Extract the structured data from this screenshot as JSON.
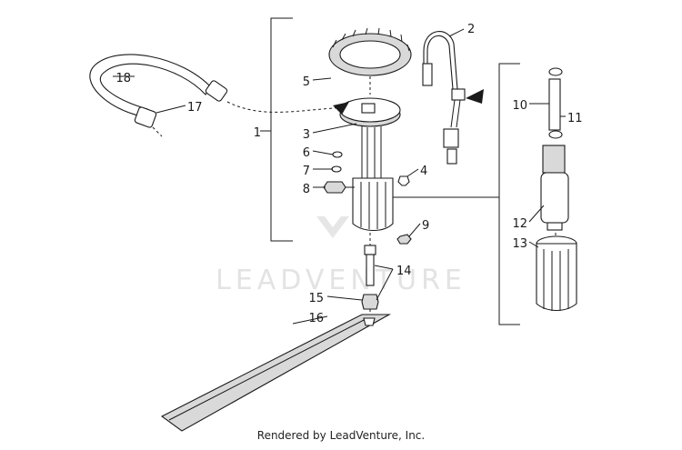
{
  "callouts": {
    "c1": "1",
    "c2": "2",
    "c3": "3",
    "c4": "4",
    "c5": "5",
    "c6": "6",
    "c7": "7",
    "c8": "8",
    "c9": "9",
    "c10": "10",
    "c11": "11",
    "c12": "12",
    "c13": "13",
    "c14": "14",
    "c15": "15",
    "c16": "16",
    "c17": "17",
    "c18": "18"
  },
  "watermark": "LEADVENTURE",
  "footer": "Rendered by LeadVenture, Inc.",
  "colors": {
    "ink": "#1a1a1a",
    "shade": "#d9d9d9",
    "watermark": "#e3e3e3"
  }
}
